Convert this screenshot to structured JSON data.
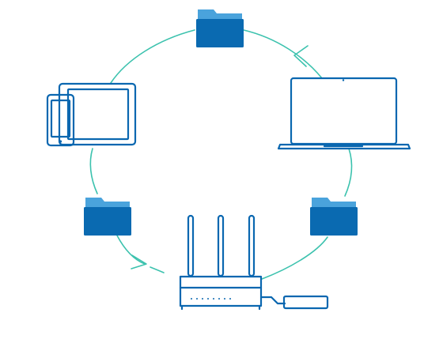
{
  "diagram": {
    "colors": {
      "device_stroke": "#0a67b0",
      "folder_front": "#0a6ab1",
      "folder_tab": "#4aa3dc",
      "cycle_line": "#3cc2ae",
      "background": "#ffffff"
    },
    "nodes": [
      {
        "name": "folder-top",
        "icon": "folder-icon"
      },
      {
        "name": "laptop",
        "icon": "laptop-icon"
      },
      {
        "name": "folder-right",
        "icon": "folder-icon"
      },
      {
        "name": "router",
        "icon": "router-icon"
      },
      {
        "name": "usb-drive",
        "icon": "external-drive-icon"
      },
      {
        "name": "folder-left",
        "icon": "folder-icon"
      },
      {
        "name": "tablet-phone",
        "icon": "tablet-phone-icon"
      }
    ],
    "flow_direction": "counter-clockwise"
  }
}
